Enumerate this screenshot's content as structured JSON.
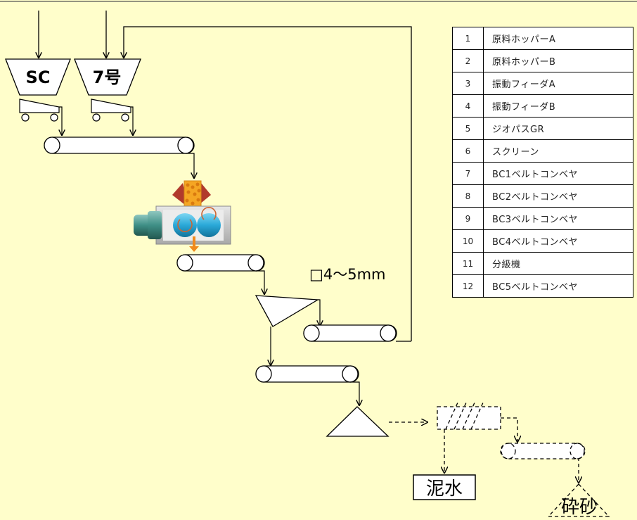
{
  "hopper_sc_label": "SC",
  "hopper_7_label": "7号",
  "size_label": "□4～5mm",
  "mud_water_label": "泥水",
  "crushed_sand_label": "砕砂",
  "legend": [
    {
      "no": "1",
      "name": "原料ホッパーA"
    },
    {
      "no": "2",
      "name": "原料ホッパーB"
    },
    {
      "no": "3",
      "name": "振動フィーダA"
    },
    {
      "no": "4",
      "name": "振動フィーダB"
    },
    {
      "no": "5",
      "name": "ジオパスGR"
    },
    {
      "no": "6",
      "name": "スクリーン"
    },
    {
      "no": "7",
      "name": "BC1ベルトコンベヤ"
    },
    {
      "no": "8",
      "name": "BC2ベルトコンベヤ"
    },
    {
      "no": "9",
      "name": "BC3ベルトコンベヤ"
    },
    {
      "no": "10",
      "name": "BC4ベルトコンベヤ"
    },
    {
      "no": "11",
      "name": "分級機"
    },
    {
      "no": "12",
      "name": "BC5ベルトコンベヤ"
    }
  ],
  "colors": {
    "background": "#fffecb",
    "line": "#000000",
    "crusher_roll": "#2aa8d8",
    "crusher_motor": "#3f8f86",
    "feed_material": "#f5a623",
    "arrow_out": "#f08a1c"
  },
  "icons": [
    "arrow-icon",
    "crusher-icon",
    "sand-pile-icon",
    "screw-classifier-icon"
  ]
}
